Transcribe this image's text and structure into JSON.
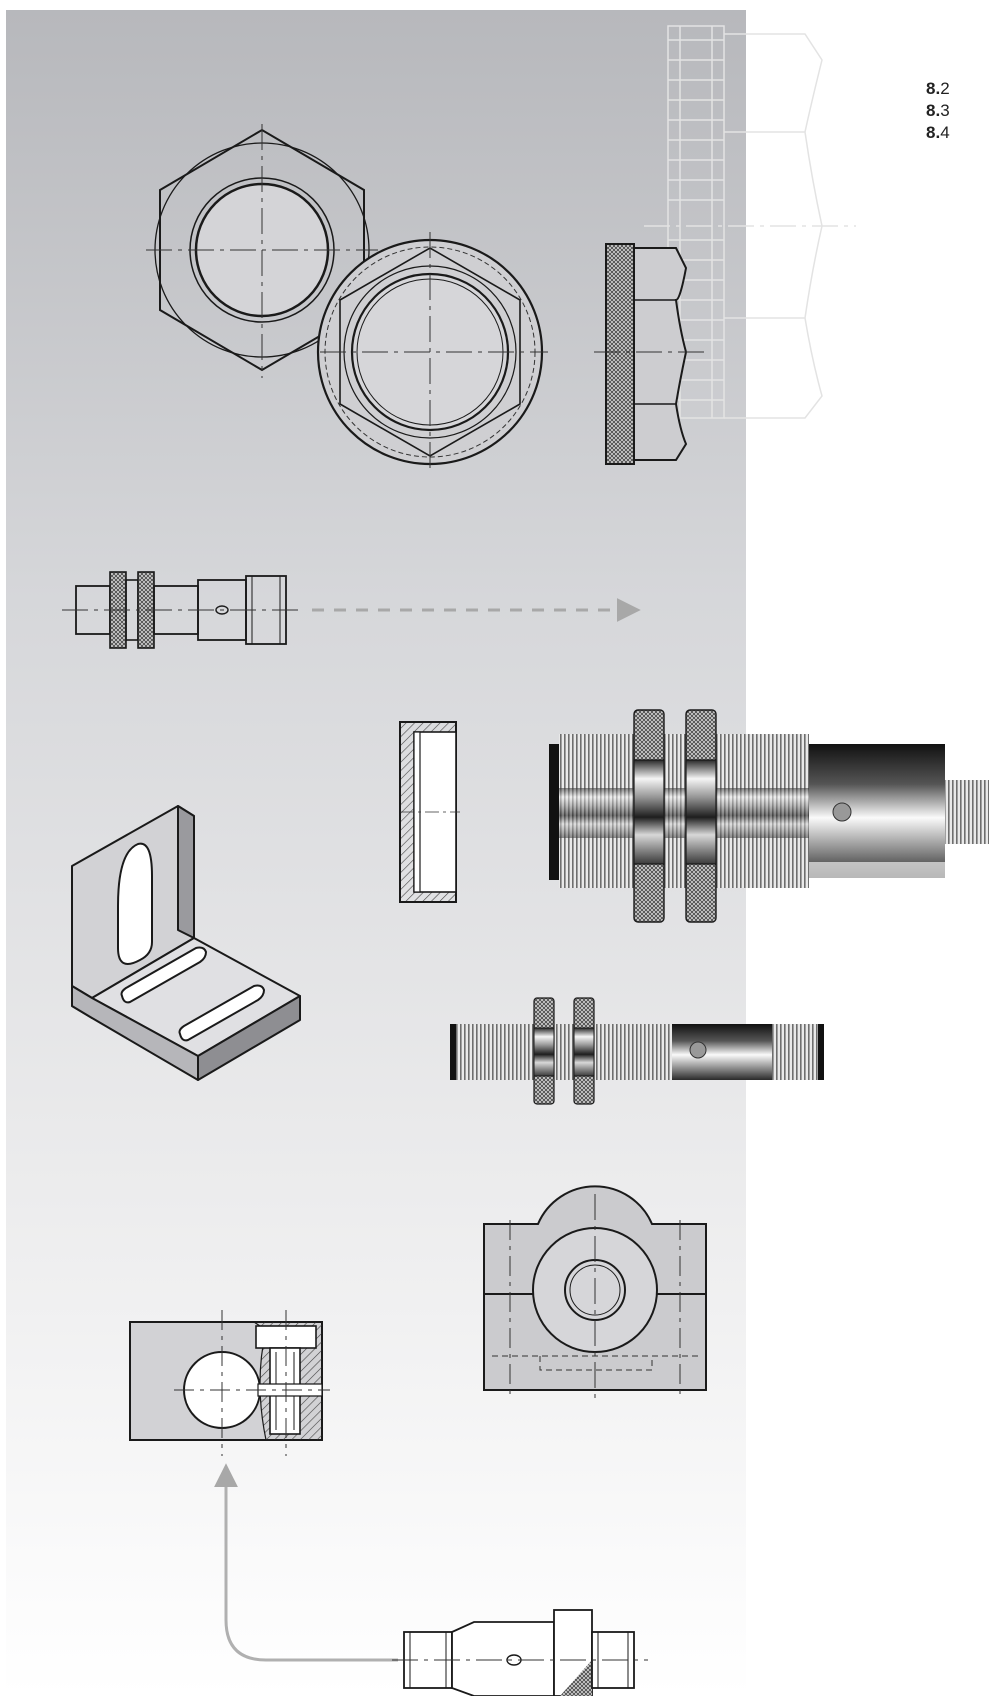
{
  "section_index": [
    {
      "chapter": "8.",
      "sub": "2"
    },
    {
      "chapter": "8.",
      "sub": "3"
    },
    {
      "chapter": "8.",
      "sub": "4"
    }
  ],
  "colors": {
    "panel_top": "#b7b8bc",
    "panel_bottom": "#ffffff",
    "line": "#1a1a1a",
    "ghost_line": "#e6e6e6",
    "arrow": "#b5b5b5",
    "hatch": "#555555"
  }
}
